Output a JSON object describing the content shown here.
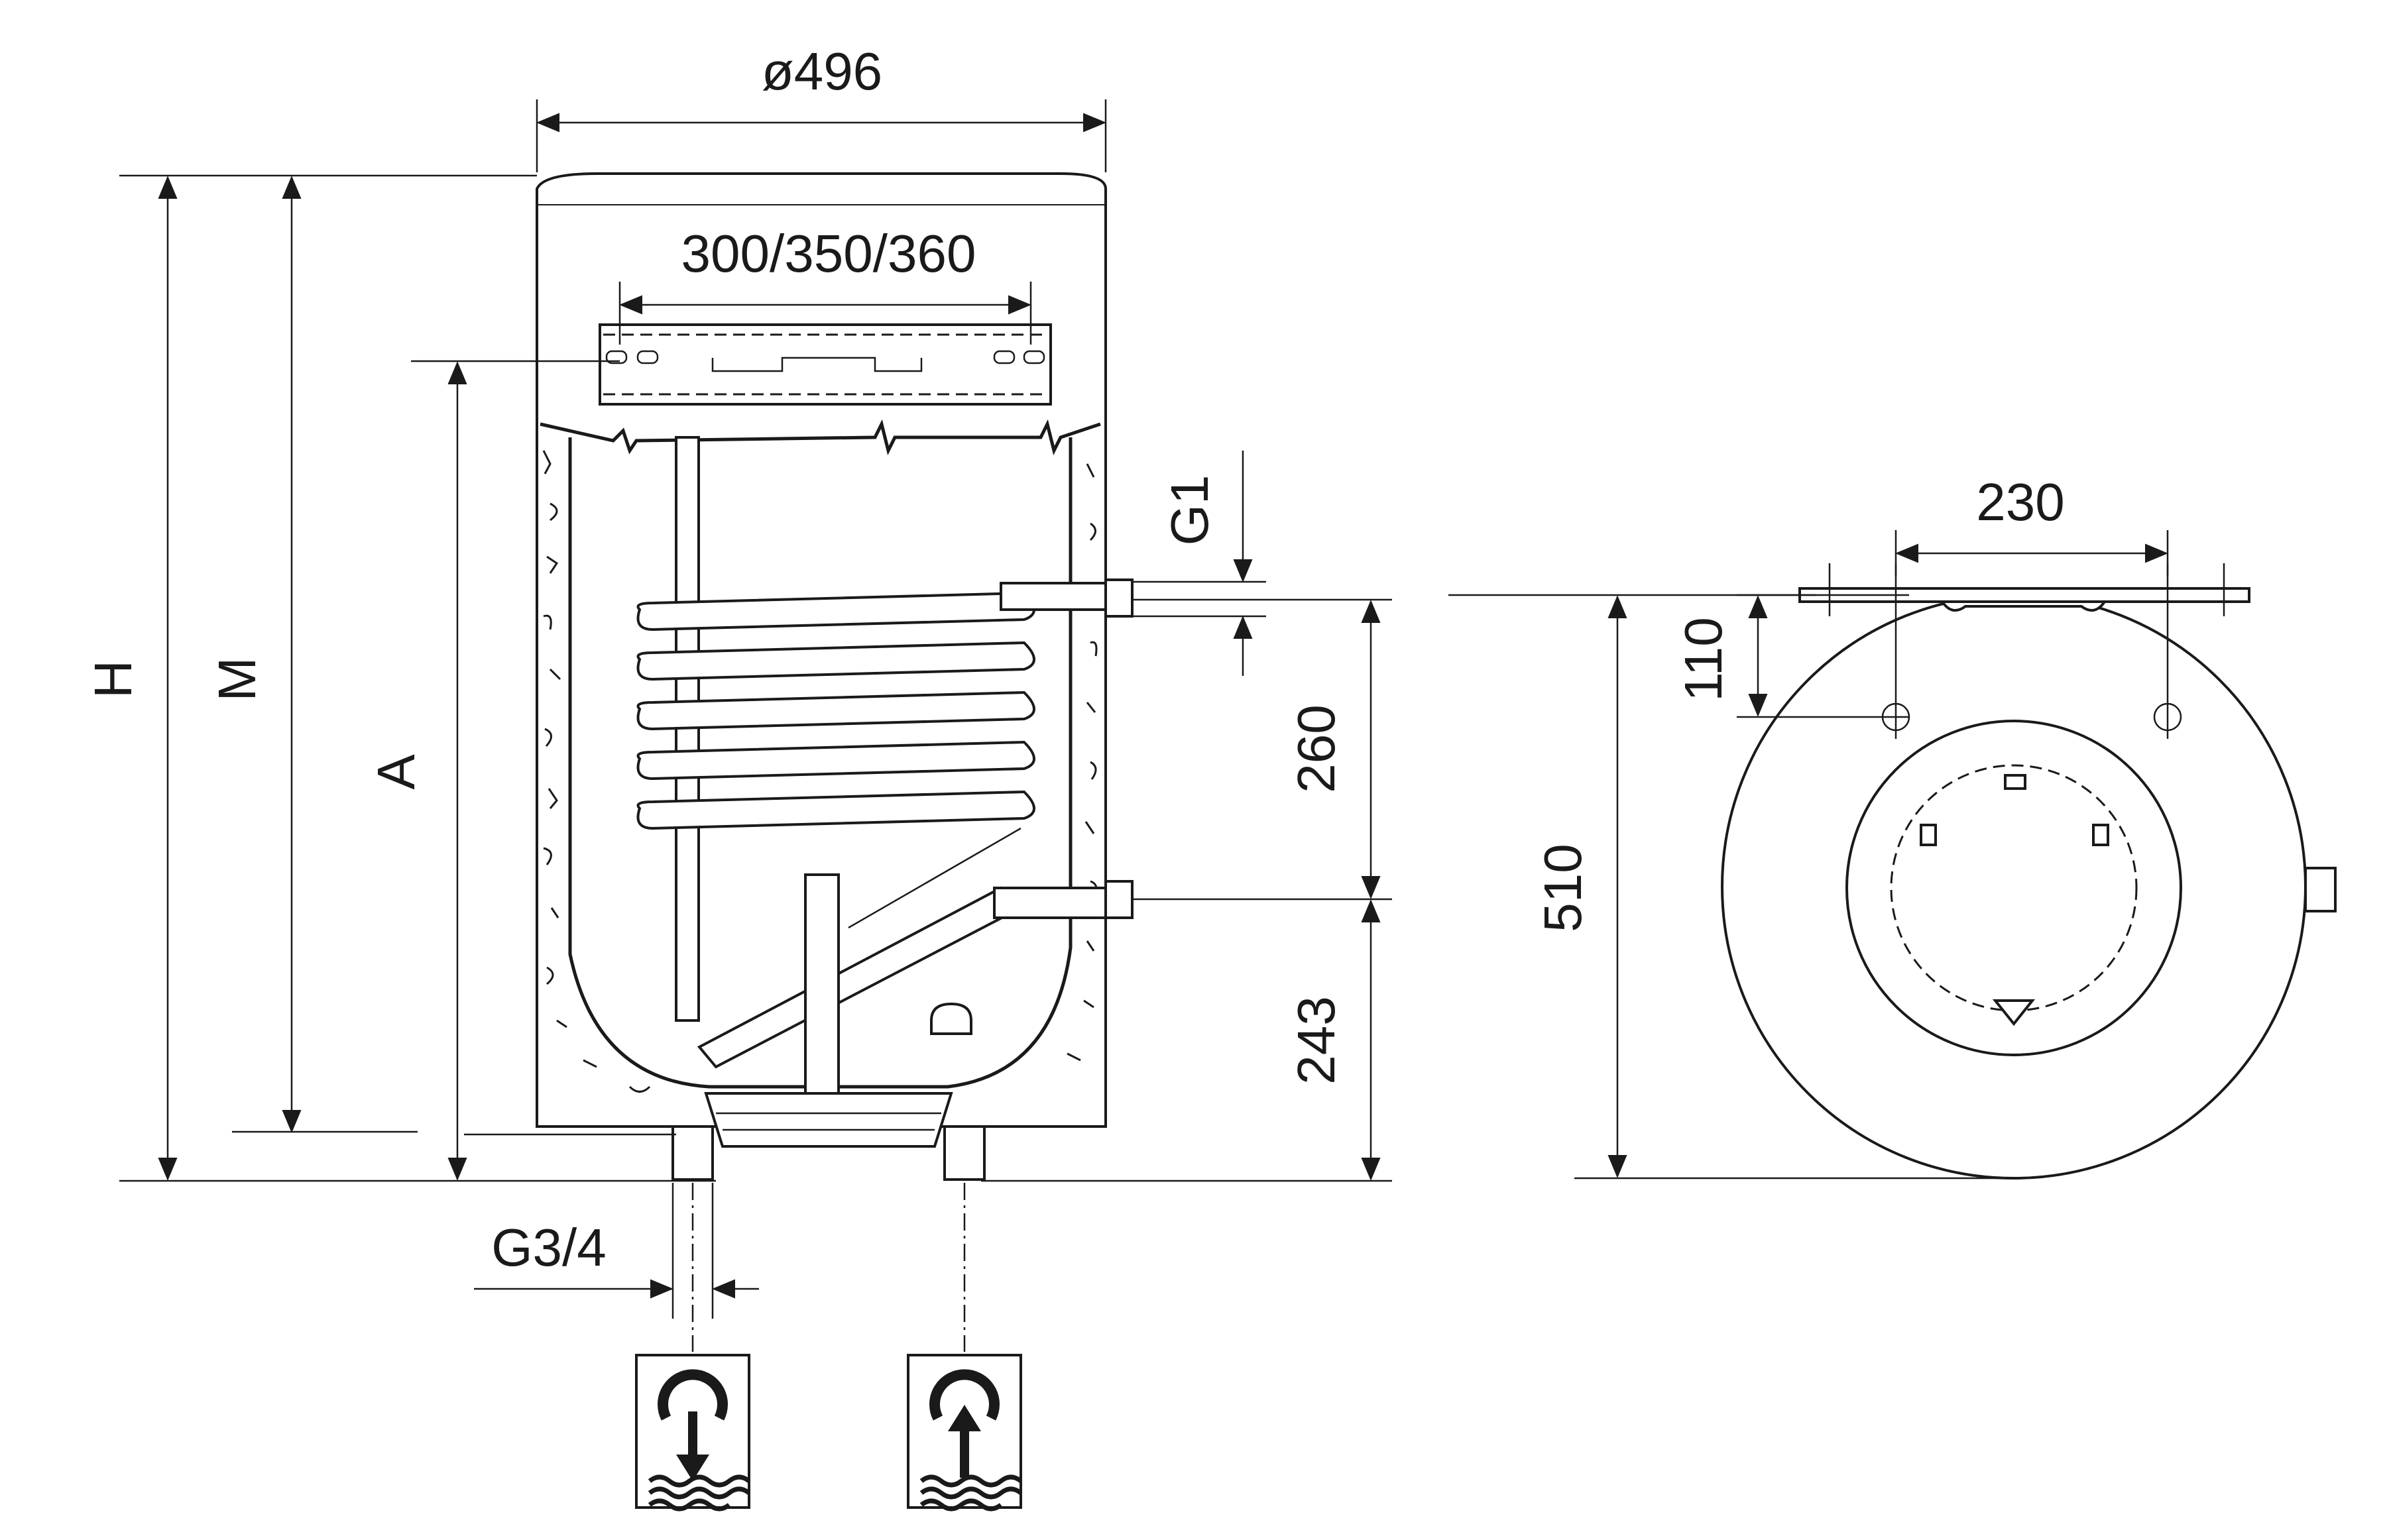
{
  "dimensions": {
    "diameter": "ø496",
    "bracket_spacing": "300/350/360",
    "top_bracket_spacing": "230",
    "coil_inlet_thread": "G1",
    "coil_distance": "260",
    "coil_bottom_height": "243",
    "total_height": "H",
    "mount_height": "M",
    "bracket_height": "A",
    "wall_offset": "110",
    "depth": "510",
    "water_connection_thread": "G3/4"
  },
  "icons": {
    "outlet": "hot-water-outlet-icon",
    "inlet": "cold-water-inlet-icon"
  }
}
